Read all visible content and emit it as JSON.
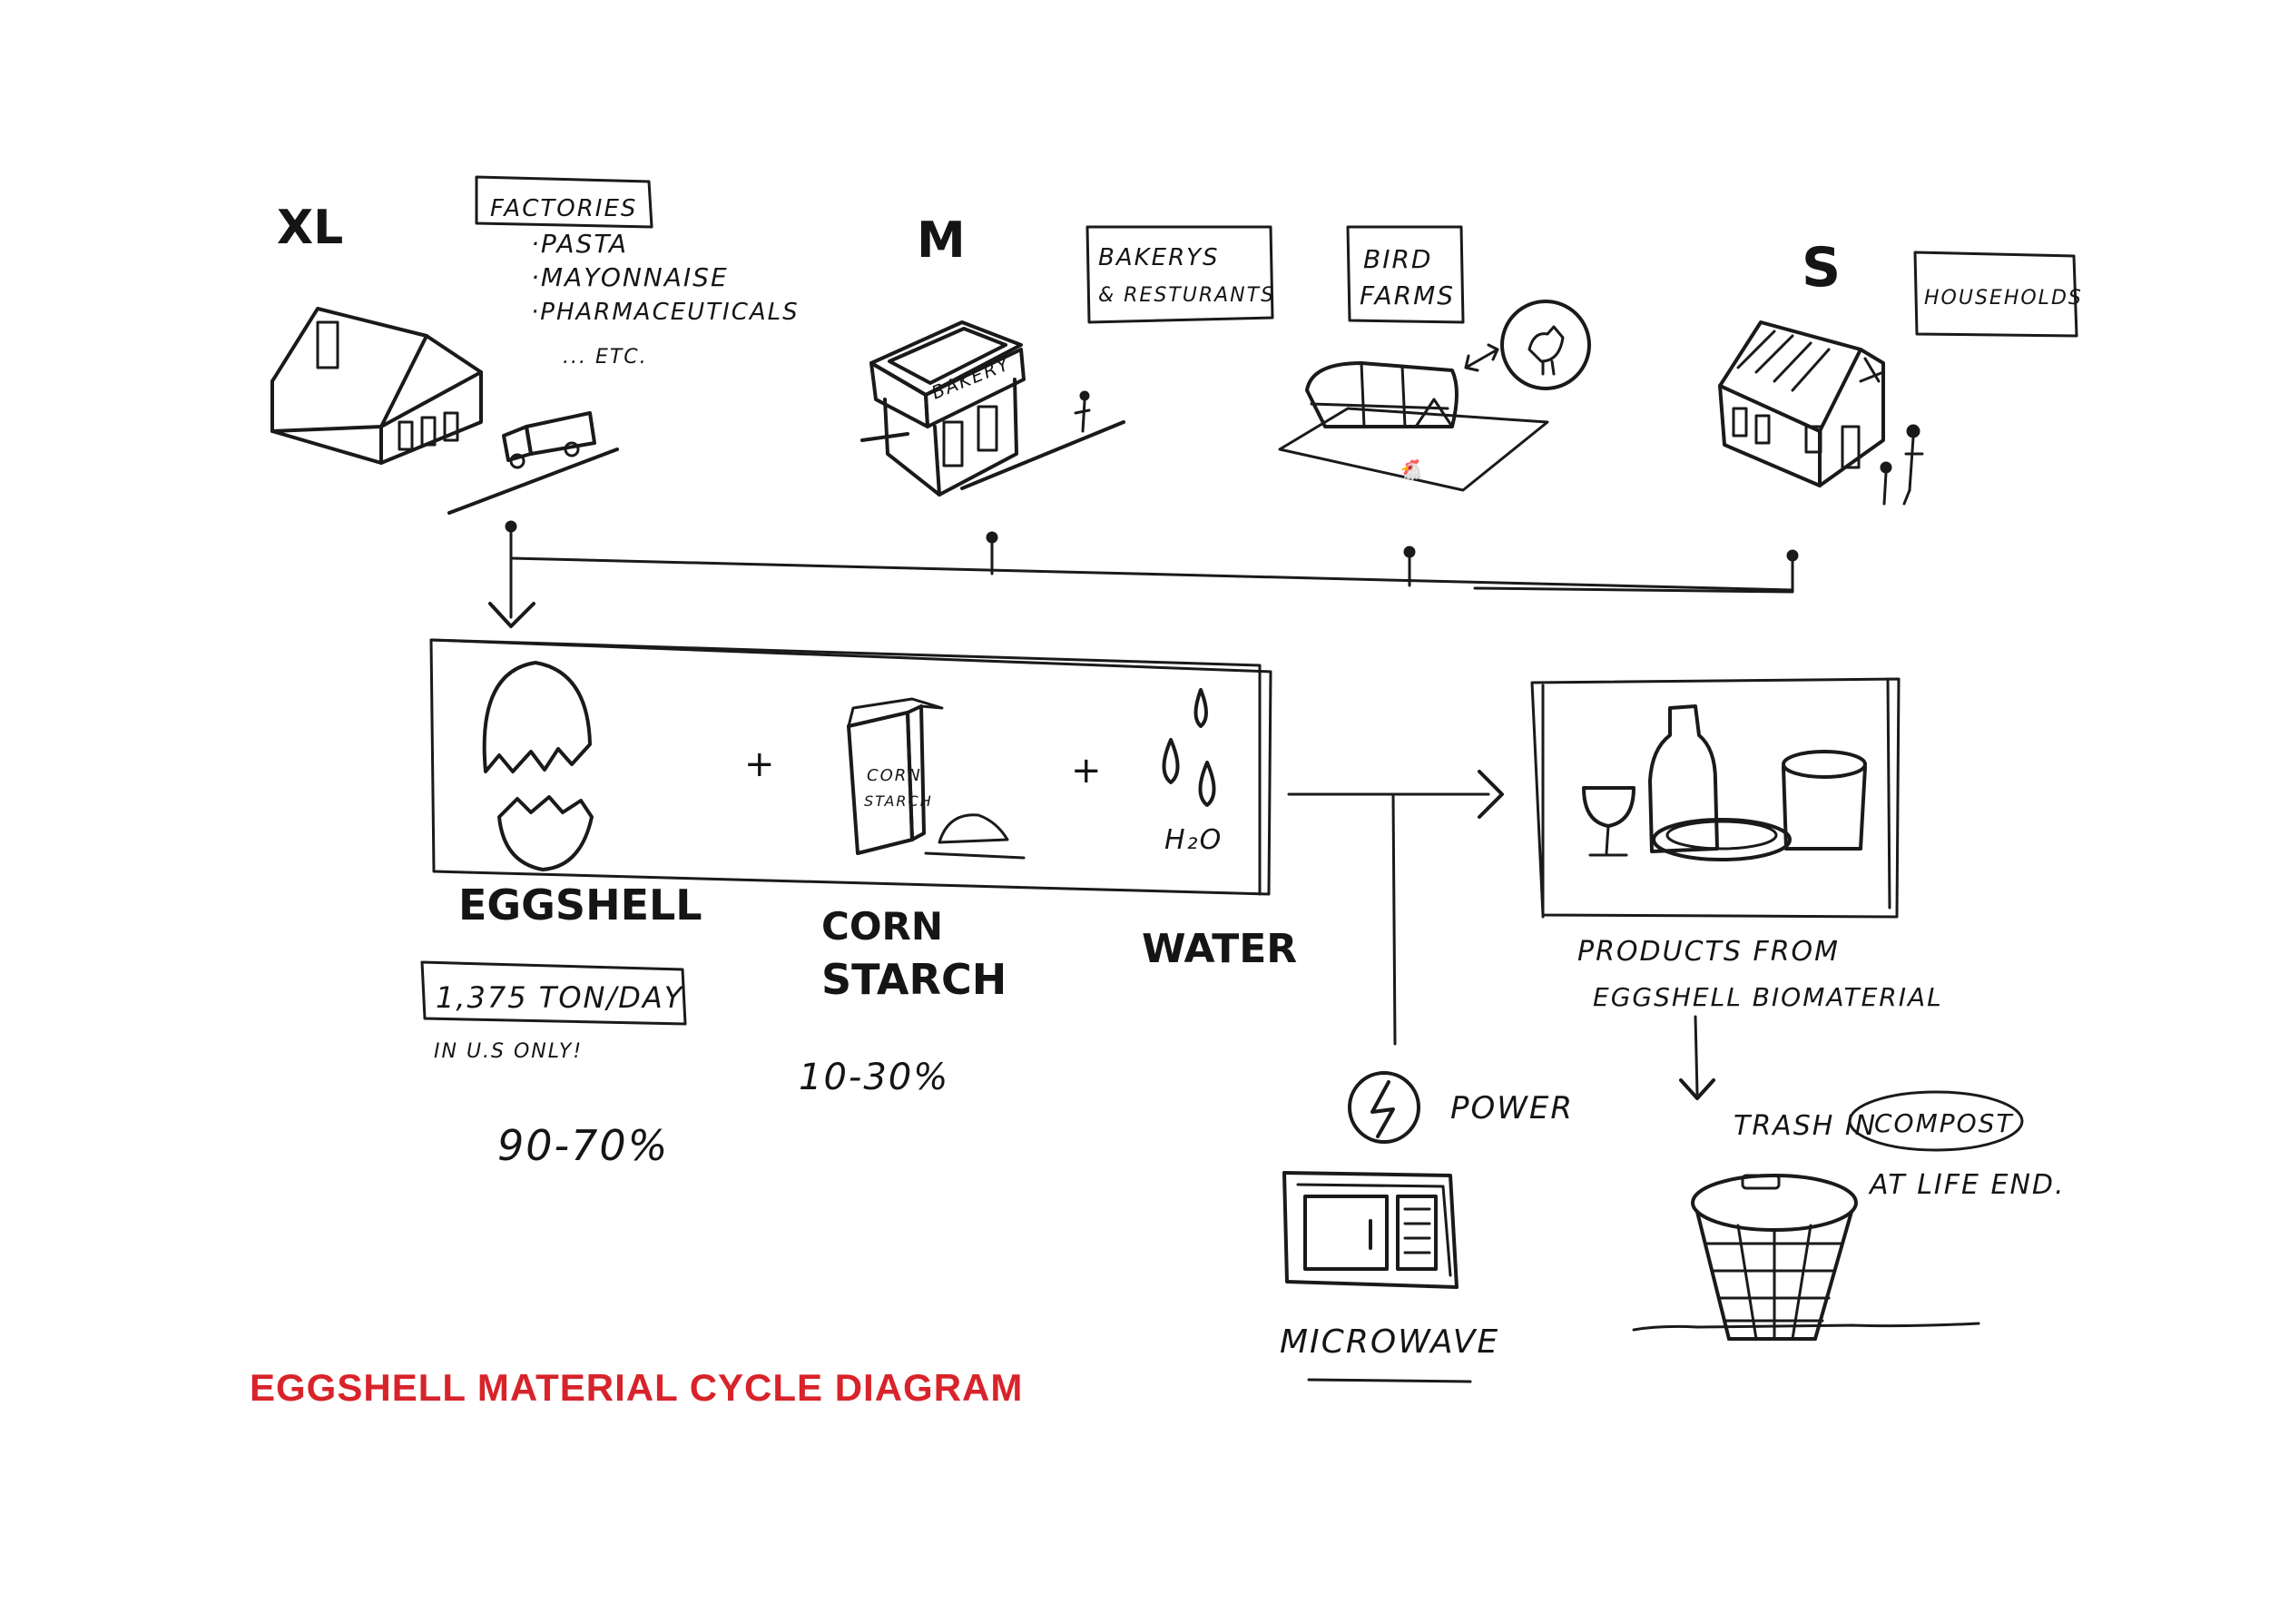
{
  "title": "EGGSHELL MATERIAL CYCLE DIAGRAM",
  "title_color": "#d8232a",
  "scales": {
    "xl": {
      "label": "XL",
      "box_label": "FACTORIES",
      "items": [
        "·PASTA",
        "·MAYONNAISE",
        "·PHARMACEUTICALS",
        "... ETC."
      ]
    },
    "m": {
      "label": "M",
      "box_label_line1": "BAKERYS",
      "box_label_line2": "& RESTURANTS",
      "sign": "BAKERY",
      "farm_box_line1": "BIRD",
      "farm_box_line2": "FARMS"
    },
    "s": {
      "label": "S",
      "box_label": "HOUSEHOLDS"
    }
  },
  "ingredients": {
    "eggshell": {
      "label": "EGGSHELL",
      "amount": "1,375 TON/DAY",
      "note": "IN U.S ONLY!",
      "percent": "90-70%"
    },
    "plus": "+",
    "cornstarch": {
      "label_line1": "CORN",
      "label_line2": "STARCH",
      "box_text_line1": "CORN",
      "box_text_line2": "STARCH",
      "percent": "10-30%"
    },
    "water": {
      "label": "WATER",
      "formula": "H₂O"
    }
  },
  "power": {
    "label": "POWER",
    "device": "MICROWAVE"
  },
  "products": {
    "label_line1": "PRODUCTS FROM",
    "label_line2": "EGGSHELL BIOMATERIAL"
  },
  "end_of_life": {
    "line1_prefix": "TRASH IN",
    "compost": "COMPOST",
    "line2": "AT LIFE END."
  }
}
